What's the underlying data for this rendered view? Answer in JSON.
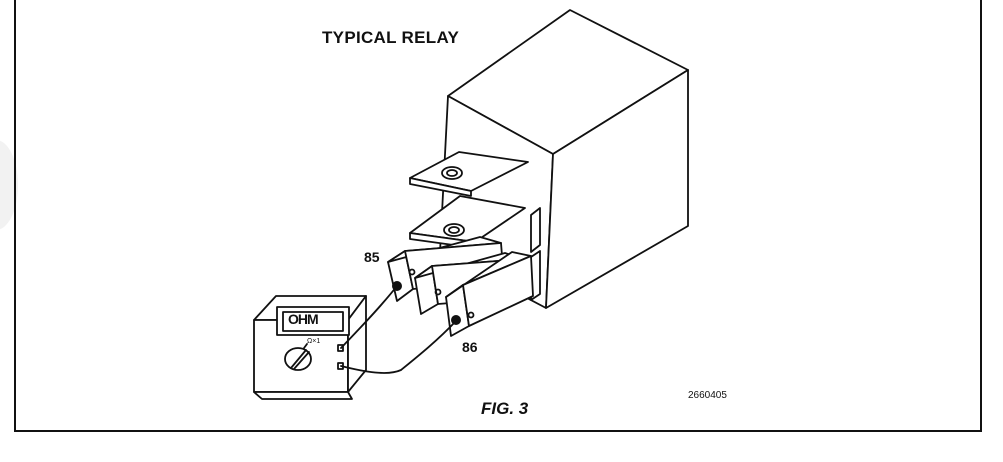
{
  "figure": {
    "title": "TYPICAL RELAY",
    "caption": "FIG. 3",
    "code": "2660405"
  },
  "terminals": {
    "left_probe_terminal": "85",
    "right_probe_terminal": "86"
  },
  "meter": {
    "display": "OHM",
    "range": "Ω×1"
  }
}
